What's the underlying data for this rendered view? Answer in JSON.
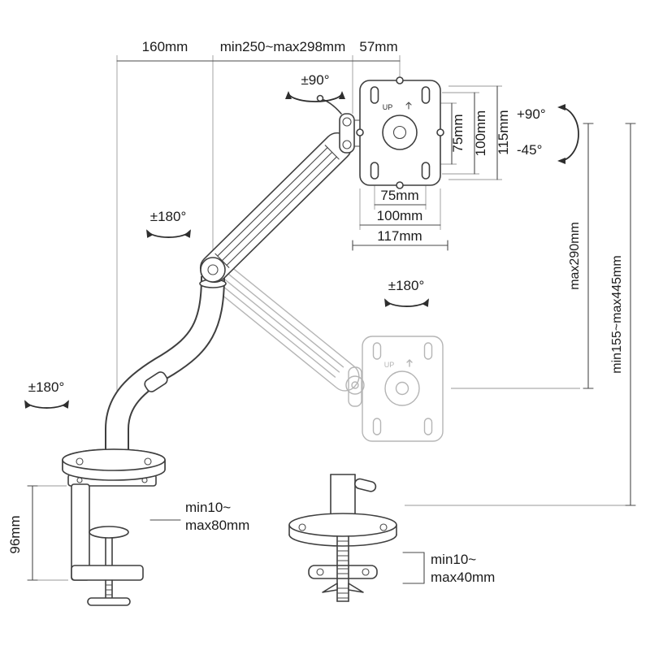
{
  "dimensions": {
    "top": {
      "left": "160mm",
      "middle": "min250~max298mm",
      "right": "57mm"
    },
    "vesa_vertical": {
      "inner": "75mm",
      "middle": "100mm",
      "outer": "115mm"
    },
    "vesa_horizontal": {
      "inner": "75mm",
      "middle": "100mm",
      "outer": "117mm"
    },
    "height": {
      "inner": "max290mm",
      "outer": "min155~max445mm"
    },
    "clamp_height": "96mm",
    "clamp_range": {
      "line1": "min10~",
      "line2": "max80mm"
    },
    "grommet_range": {
      "line1": "min10~",
      "line2": "max40mm"
    }
  },
  "rotations": {
    "head_swivel": "±90°",
    "tilt_up": "+90°",
    "tilt_down": "-45°",
    "arm_rotation": "±180°",
    "vesa_rotation": "±180°",
    "base_rotation": "±180°"
  },
  "vesa": {
    "up_label": "UP"
  }
}
